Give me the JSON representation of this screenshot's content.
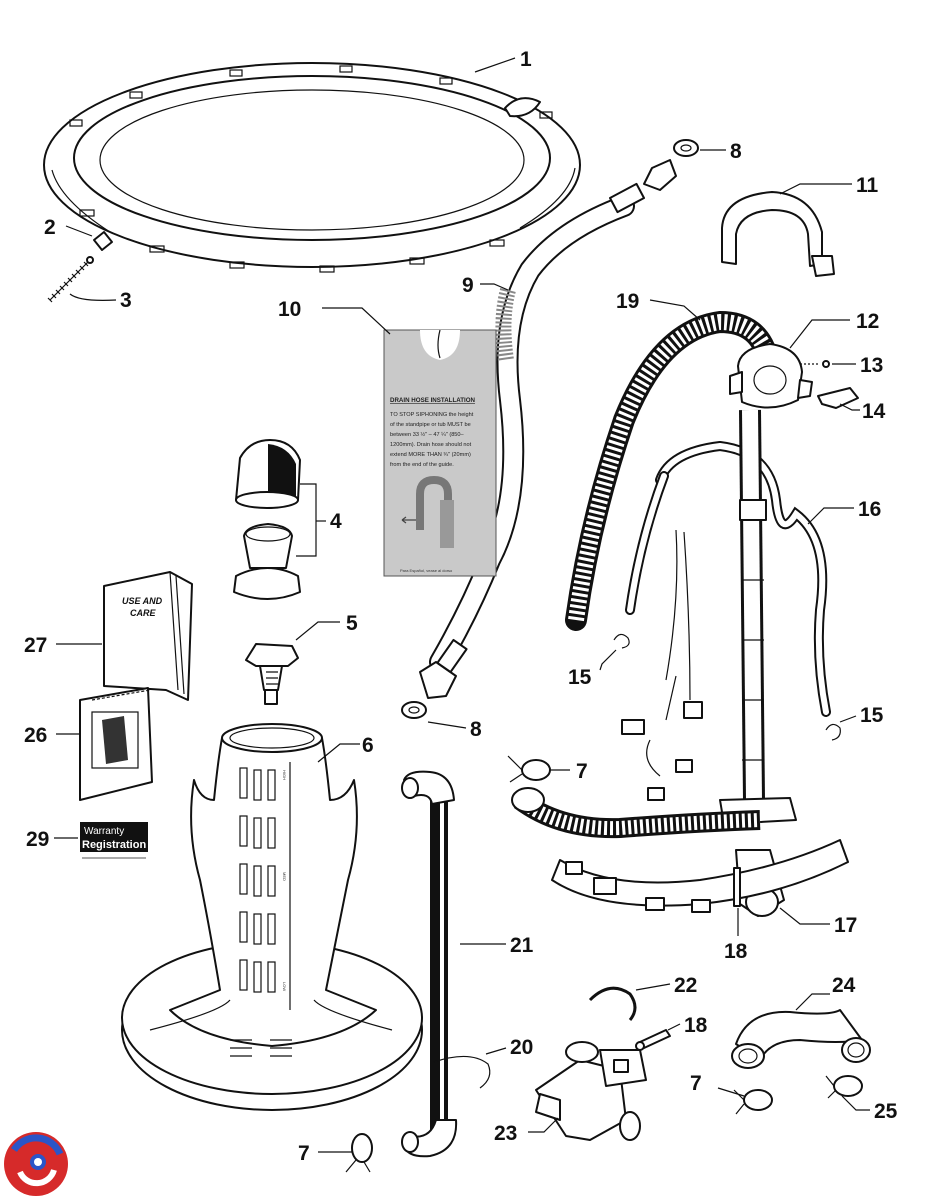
{
  "callouts": {
    "c1": "1",
    "c2": "2",
    "c3": "3",
    "c4": "4",
    "c5": "5",
    "c6": "6",
    "c7a": "7",
    "c7b": "7",
    "c7c": "7",
    "c8a": "8",
    "c8b": "8",
    "c9": "9",
    "c10": "10",
    "c11": "11",
    "c12": "12",
    "c13": "13",
    "c14": "14",
    "c15a": "15",
    "c15b": "15",
    "c16": "16",
    "c17": "17",
    "c18a": "18",
    "c18b": "18",
    "c19": "19",
    "c20": "20",
    "c21": "21",
    "c22": "22",
    "c23": "23",
    "c24": "24",
    "c25": "25",
    "c26": "26",
    "c27": "27",
    "c29": "29"
  },
  "drain_hose_card": {
    "title": "DRAIN HOSE INSTALLATION",
    "lines": [
      "TO STOP SIPHONING the height",
      "of the standpipe or tub MUST be",
      "between 33 ½\" – 47 ¼\" (850–",
      "1200mm). Drain hose should not",
      "extend MORE THAN ¾\" (20mm)",
      "from the end of the guide."
    ],
    "footer": "Para Español, vease al dorso"
  },
  "manual": {
    "line1": "USE AND",
    "line2": "CARE"
  },
  "warranty_card": {
    "line1": "Warranty",
    "line2": "Registration"
  },
  "agitator_scale": [
    "HIGH",
    "MED",
    "LOW"
  ],
  "colors": {
    "ink": "#111111",
    "card_grey": "#c9c9c9",
    "logo_red": "#d62a2a",
    "logo_blue": "#2a55c8"
  }
}
